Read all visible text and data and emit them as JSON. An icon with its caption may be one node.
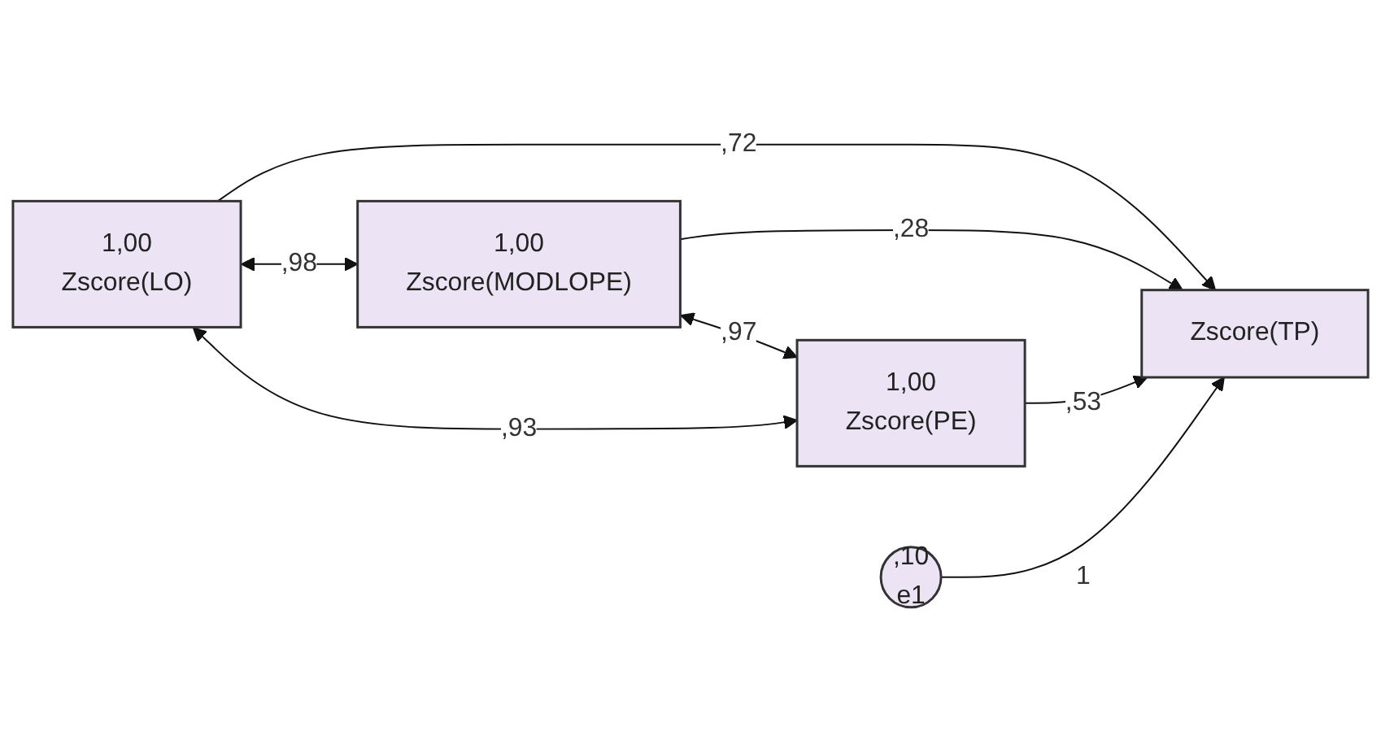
{
  "diagram": {
    "nodes": [
      {
        "text": [
          "1,00",
          "Zscore(LO)"
        ]
      },
      {
        "text": [
          "1,00",
          "Zscore(MODLOPE)"
        ]
      },
      {
        "text": [
          "1,00",
          "Zscore(PE)"
        ]
      },
      {
        "text": [
          ",10",
          "e1"
        ]
      },
      {
        "text": [
          "Zscore(TP)"
        ]
      }
    ],
    "edges": [
      {
        "from": 0,
        "to": 4,
        "arrow": "to",
        "label": ",72"
      },
      {
        "from": 1,
        "to": 4,
        "arrow": "to",
        "label": ",28"
      },
      {
        "from": 2,
        "to": 4,
        "arrow": "to",
        "label": ",53"
      },
      {
        "from": 3,
        "to": 4,
        "arrow": "to",
        "label": "1"
      },
      {
        "from": 0,
        "to": 1,
        "arrow": "both",
        "label": ",98"
      },
      {
        "from": 1,
        "to": 2,
        "arrow": "both",
        "label": ",97"
      },
      {
        "from": 0,
        "to": 2,
        "arrow": "both",
        "label": ",93"
      }
    ]
  }
}
